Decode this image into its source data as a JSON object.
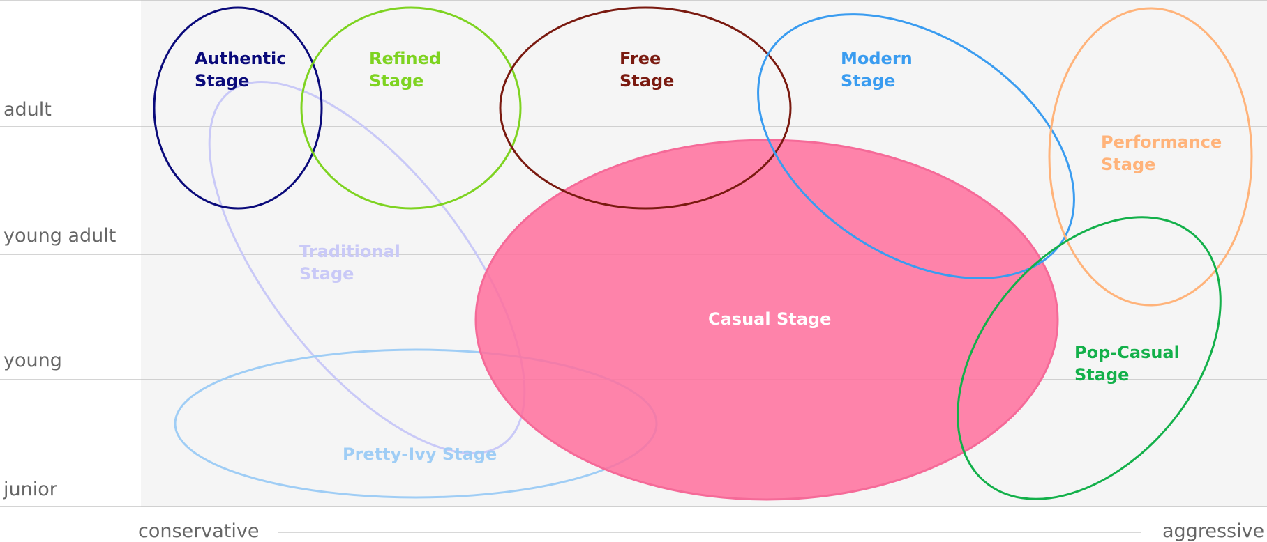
{
  "y_axis": {
    "levels": [
      "adult",
      "young adult",
      "young",
      "junior"
    ]
  },
  "x_axis": {
    "left_label": "conservative",
    "right_label": "aggressive"
  },
  "stages": [
    {
      "id": "traditional",
      "lines": [
        "Traditional",
        "Stage"
      ],
      "color": "#c9c9f7",
      "filled": false
    },
    {
      "id": "pretty-ivy",
      "lines": [
        "Pretty-Ivy Stage"
      ],
      "color": "#9fcdf5",
      "filled": false
    },
    {
      "id": "casual",
      "lines": [
        "Casual Stage"
      ],
      "color": "#ff6f9c",
      "filled": true
    },
    {
      "id": "authentic",
      "lines": [
        "Authentic",
        "Stage"
      ],
      "color": "#0a0a7a",
      "filled": false
    },
    {
      "id": "refined",
      "lines": [
        "Refined",
        "Stage"
      ],
      "color": "#7ed321",
      "filled": false
    },
    {
      "id": "free",
      "lines": [
        "Free",
        "Stage"
      ],
      "color": "#7a1a10",
      "filled": false
    },
    {
      "id": "modern",
      "lines": [
        "Modern",
        "Stage"
      ],
      "color": "#3a9cf0",
      "filled": false
    },
    {
      "id": "performance",
      "lines": [
        "Performance",
        "Stage"
      ],
      "color": "#ffb37a",
      "filled": false
    },
    {
      "id": "pop-casual",
      "lines": [
        "Pop-Casual",
        "Stage"
      ],
      "color": "#13b04a",
      "filled": false
    }
  ],
  "colors": {
    "plot_background": "#f5f5f5",
    "grid_line": "#bbbbbb",
    "axis_text": "#666666",
    "casual_label": "#ffffff"
  }
}
